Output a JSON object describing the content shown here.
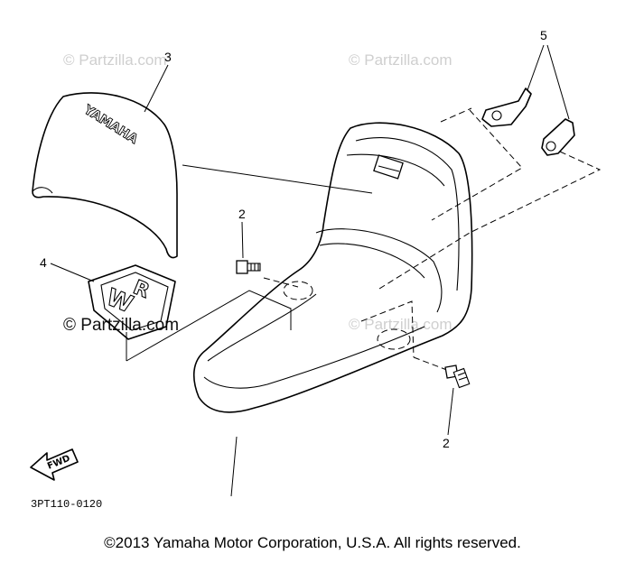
{
  "watermarks": [
    "© Partzilla.com",
    "© Partzilla.com",
    "© Partzilla.com",
    "© Partzilla.com"
  ],
  "callouts": [
    "3",
    "2",
    "4",
    "5",
    "2"
  ],
  "cover_lettering": "YAMAHA",
  "front_arrow": "FWD",
  "diagram_code": "3PT110-0120",
  "copyright": "©2013 Yamaha Motor Corporation, U.S.A. All rights reserved."
}
